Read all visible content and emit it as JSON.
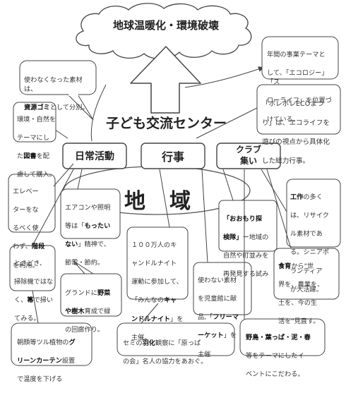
{
  "header": {
    "title": "地球温暖化・環境破壊"
  },
  "center": {
    "title": "子ども交流センター"
  },
  "hubs": {
    "daily": "日常活動",
    "events": "行事",
    "club": "クラブ\n集い"
  },
  "region": {
    "title": "地　域"
  },
  "notes": {
    "theme": [
      "年間の事業テーマと",
      "して、「エコロジー」「ス",
      "ローライフ」を位置づ",
      "けている。"
    ],
    "waste": {
      "pre": "使わなくなった素材は、",
      "bold": "資源ゴミ",
      "post": "として分別。"
    },
    "books": {
      "l1": "環境・自然を",
      "l2": "テーマにし",
      "l3pre": "た",
      "l3bold": "図書",
      "l3post": "を配",
      "l4": "慮して購入。"
    },
    "festival": {
      "l1": "「ボレボレECOまつ",
      "l2": "り」は、エコライフを",
      "l3": "遊びの視点から具体化",
      "l4": "した総力行事。"
    },
    "elevator": {
      "l1": "エレベー",
      "l2": "ターをな",
      "l3": "るべく使",
      "l4pre": "わず、",
      "l4bold": "階段",
      "l5": "を利用。"
    },
    "aircon": {
      "l1": "エアコンや照明",
      "l2pre": "等は「",
      "l2bold": "もったい",
      "l3bold": "ない",
      "l3post": "」精神で、",
      "l4": "節電・節約。"
    },
    "sweep": {
      "l1": "ときどき、",
      "l2": "掃除機ではな",
      "l3pre": "く、",
      "l3bold": "箒",
      "l3post": "で掃い",
      "l4": "てみる。"
    },
    "ground": {
      "l1pre": "グランドに",
      "l1bold": "野菜",
      "l2bold": "や樹木",
      "l2post": "育成で緑",
      "l3": "の回廊作り。"
    },
    "greencurtain": {
      "l1pre": "朝顔等ツル植物の",
      "l1bold": "グ",
      "l2bold": "リーンカーテン",
      "l2post": "設置",
      "l3": "で温度を下げる"
    },
    "candle": {
      "l1": "１００万人のキ",
      "l2": "ャンドルナイト",
      "l3": "運動に参加して、",
      "l4pre": "「みんなの",
      "l4bold": "キャ",
      "l5bold": "ンドルナイト",
      "l5post": "」を",
      "l6": "主催。"
    },
    "cicada": {
      "pre": "セミの",
      "bold": "羽化",
      "post": "観察に「原っぱ",
      "l2": "の会」名人の協力をあおぐ。"
    },
    "omoroi": {
      "l1bold": "「おおもり探",
      "l2bold": "検隊」",
      "l2post": "ー地域の",
      "l3": "自然や町並みを",
      "l4": "再発見する試み"
    },
    "flea": {
      "l1": "使わない素材",
      "l2": "を児童館に献",
      "l3pre": "品,「",
      "l3bold": "フリーマ",
      "l4bold": "ーケット",
      "l4post": "」を",
      "l5": "主催"
    },
    "wild": {
      "l1bold": "野鳥・葉っぱ・泥・春",
      "l2": "等をテーマにしたイ",
      "l3": "ベントにこだわる。"
    },
    "crafts": {
      "l1pre": "",
      "l1bold": "工作",
      "l1post": "の多く",
      "l2": "は、リサイク",
      "l3": "ル素材であ",
      "l4": "る。シニアボ",
      "l5": "ランティア",
      "l6": "が大活躍。"
    },
    "food": {
      "l1pre": "",
      "l1bold": "食育",
      "l1post": "から\"世",
      "l2": "界を、農業を、",
      "l3": "土を、今の生",
      "l4": "活を\"見直す。"
    }
  }
}
